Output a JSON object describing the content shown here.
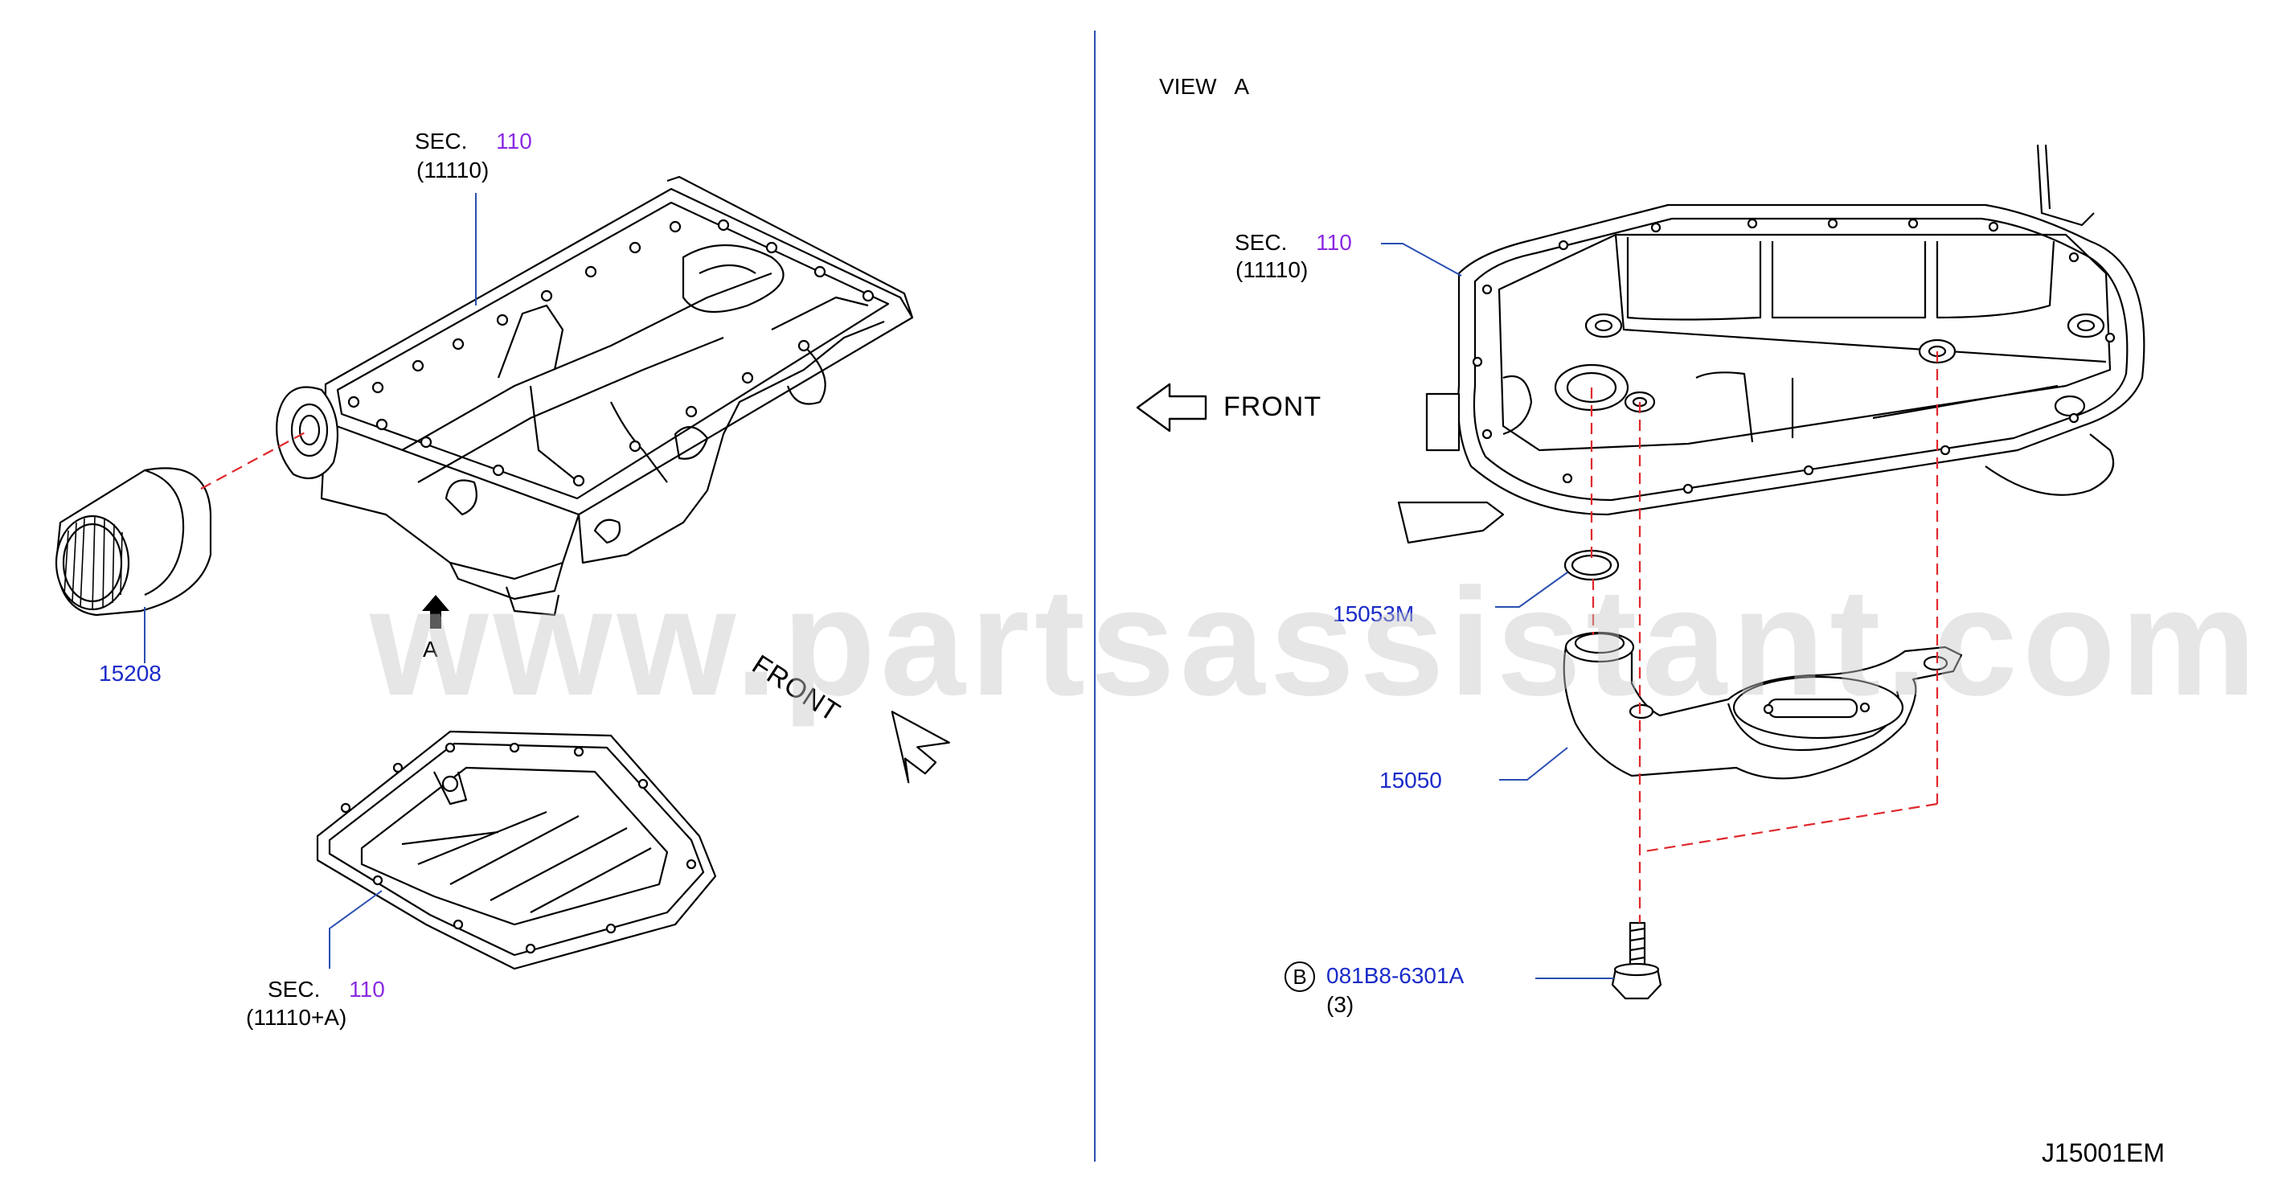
{
  "left_view": {
    "oil_pan_upper": {
      "sec_label": "SEC.",
      "sec_num": "110",
      "part": "(11110)"
    },
    "oil_filter": {
      "part_no": "15208"
    },
    "view_marker": {
      "label": "A"
    },
    "front_label": "FRONT",
    "oil_pan_lower": {
      "sec_label": "SEC.",
      "sec_num": "110",
      "part": "(11110+A)"
    }
  },
  "right_view": {
    "title": "VIEW   A",
    "front_label": "FRONT",
    "oil_pan": {
      "sec_label": "SEC.",
      "sec_num": "110",
      "part": "(11110)"
    },
    "o_ring": {
      "part_no": "15053M"
    },
    "strainer": {
      "part_no": "15050"
    },
    "bolt": {
      "badge": "B",
      "part_no": "081B8-6301A",
      "qty": "(3)"
    }
  },
  "diagram_code": "J15001EM",
  "watermark": "www.partsassistant.com",
  "colors": {
    "part_number": "#1a2bc8",
    "section_number": "#8a2be2",
    "leader_line": "#2a4fb0",
    "dashed_line": "#e0282c",
    "divider": "#2a4fb0"
  }
}
